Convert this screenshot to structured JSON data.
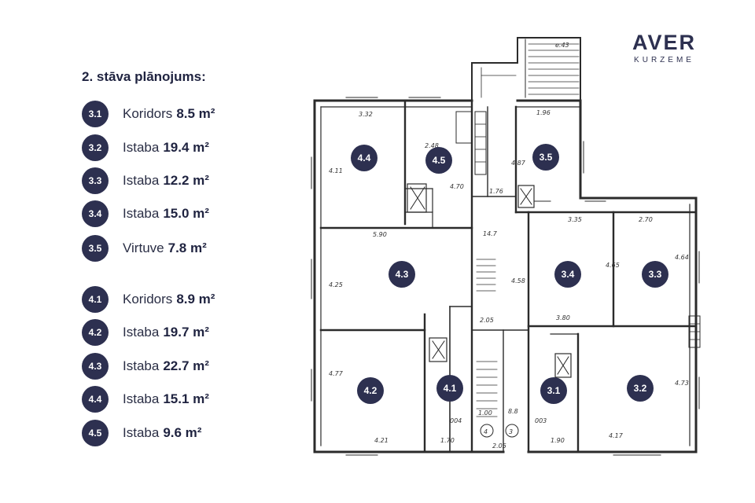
{
  "logo": {
    "main": "AVER",
    "sub": "KURZEME"
  },
  "legend": {
    "title": "2. stāva plānojums:",
    "rooms": [
      {
        "code": "3.1",
        "name": "Koridors",
        "area": "8.5 m²"
      },
      {
        "code": "3.2",
        "name": "Istaba",
        "area": "19.4 m²"
      },
      {
        "code": "3.3",
        "name": "Istaba",
        "area": "12.2 m²"
      },
      {
        "code": "3.4",
        "name": "Istaba",
        "area": "15.0 m²"
      },
      {
        "code": "3.5",
        "name": "Virtuve",
        "area": "7.8 m²"
      },
      {
        "code": "4.1",
        "name": "Koridors",
        "area": "8.9 m²"
      },
      {
        "code": "4.2",
        "name": "Istaba",
        "area": "19.7 m²"
      },
      {
        "code": "4.3",
        "name": "Istaba",
        "area": "22.7 m²"
      },
      {
        "code": "4.4",
        "name": "Istaba",
        "area": "15.1 m²"
      },
      {
        "code": "4.5",
        "name": "Istaba",
        "area": "9.6 m²"
      }
    ]
  },
  "plan": {
    "markers": [
      "4.4",
      "4.5",
      "3.5",
      "4.3",
      "3.4",
      "3.3",
      "4.2",
      "4.1",
      "3.1",
      "3.2"
    ],
    "dimensions": [
      "3.32",
      "4.11",
      "5.90",
      "4.25",
      "4.77",
      "4.21",
      "1.70",
      "2.48",
      "4.70",
      "1.76",
      "14.7",
      "4.58",
      "1.96",
      "4.87",
      "3.35",
      "2.70",
      "4.65",
      "4.64",
      "4.73",
      "4.17",
      "1.90",
      "2.05",
      "8.8",
      "004",
      "003",
      "1.00",
      "3.80",
      "2.05",
      "e.43"
    ],
    "stair_numbers": [
      "4",
      "3"
    ]
  },
  "colors": {
    "badge": "#2d3050",
    "line": "#2b2b2b"
  }
}
